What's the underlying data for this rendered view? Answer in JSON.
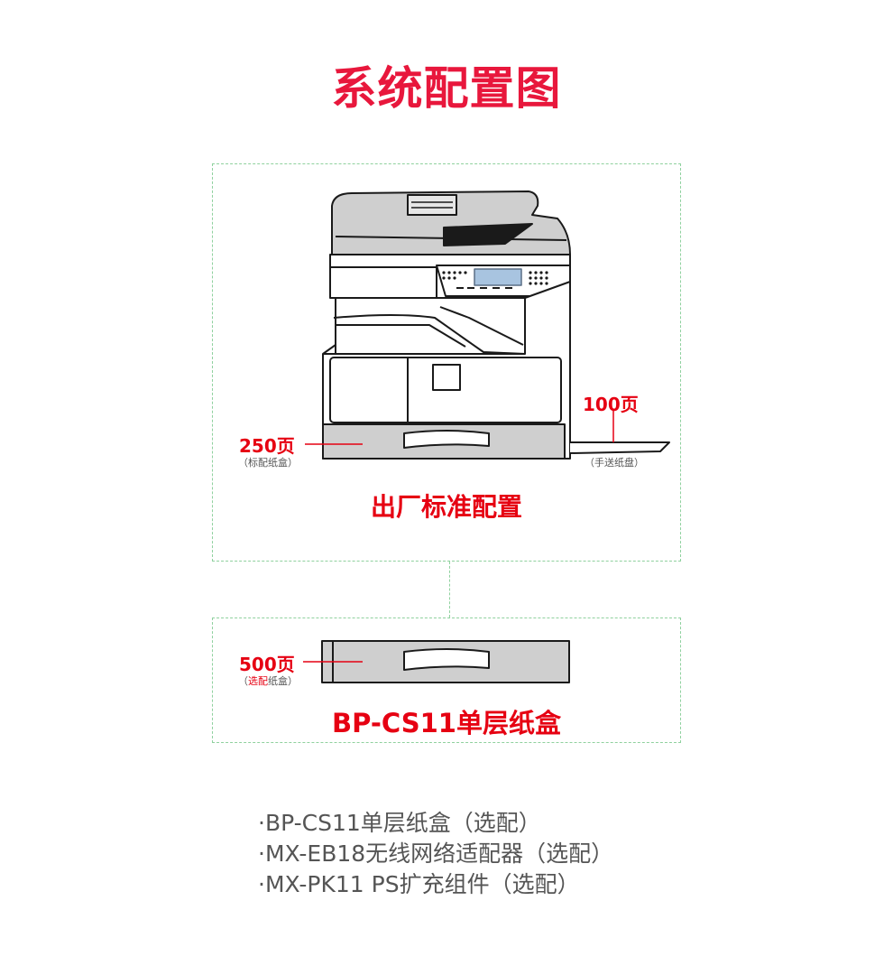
{
  "title": "系统配置图",
  "standard_box": {
    "caption": "出厂标准配置",
    "left_tray": {
      "pages": "250页",
      "label": "（标配纸盒）"
    },
    "right_tray": {
      "pages": "100页",
      "label": "（手送纸盘）"
    }
  },
  "option_box": {
    "caption": "BP-CS11单层纸盒",
    "tray": {
      "pages": "500页",
      "label_open": "（",
      "label_highlight": "选配",
      "label_rest": "纸盒）"
    }
  },
  "options_list": [
    "·BP-CS11单层纸盒（选配）",
    "·MX-EB18无线网络适配器（选配）",
    "·MX-PK11 PS扩充组件（选配）"
  ],
  "colors": {
    "accent": "#e8173c",
    "red": "#e60012",
    "dash": "#8fd19e",
    "gray": "#cfcfcf",
    "line": "#1a1a1a"
  }
}
